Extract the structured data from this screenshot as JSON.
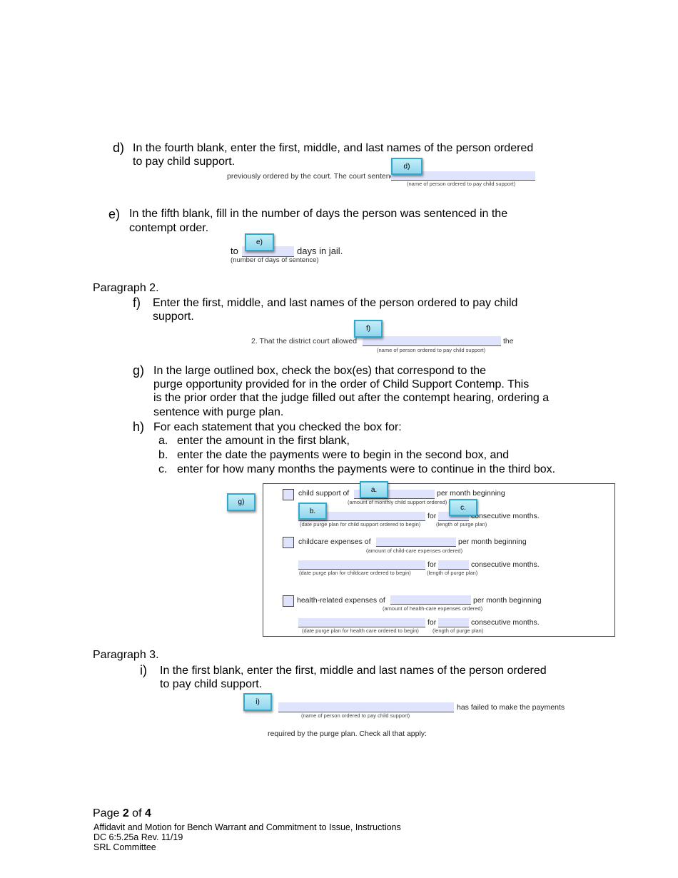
{
  "step_d": {
    "marker": "d)",
    "line1": "In the fourth blank, enter the first, middle, and last names of the person ordered",
    "line2": "to pay child support.",
    "form_text": "previously ordered by the court.  The court sentenced",
    "caption": "(name of person ordered to pay child support)",
    "tag": "d)"
  },
  "step_e": {
    "marker": "e)",
    "line1": "In the fifth blank, fill in the number of days the person was sentenced in the",
    "line2": "contempt order.",
    "form_prefix": "to",
    "form_suffix": "days in jail.",
    "caption": "(number of days of sentence)",
    "tag": "e)"
  },
  "paragraph2": {
    "heading": "Paragraph 2."
  },
  "step_f": {
    "marker": "f)",
    "line1": "Enter the first, middle, and last names of the person ordered to pay child",
    "line2": "support.",
    "form_prefix": "2.  That the district court allowed",
    "form_suffix": "the",
    "caption": "(name of person ordered to pay child support)",
    "tag": "f)"
  },
  "step_g": {
    "marker": "g)",
    "lines": [
      "In the large outlined box, check the box(es) that correspond to the",
      "purge opportunity provided for in the order of Child Support Contemp. This",
      "is the prior order that the judge filled out after the contempt hearing, ordering a",
      "sentence with purge plan."
    ],
    "tag": "g)"
  },
  "step_h": {
    "marker": "h)",
    "line1": "For each statement that you checked the box for:",
    "items": [
      {
        "marker": "a.",
        "text": "enter the amount in the first blank,"
      },
      {
        "marker": "b.",
        "text": "enter the date the payments were to begin in the second box, and"
      },
      {
        "marker": "c.",
        "text": "enter for how many months the payments were to continue in the third box."
      }
    ]
  },
  "purge_form": {
    "rows": [
      {
        "label": "child support of",
        "per_month": "per month beginning",
        "amount_caption": "(amount of monthly child support ordered)",
        "for": "for",
        "months": "consecutive months.",
        "date_caption": "(date purge plan for child support ordered to begin)",
        "length_caption": "(length of purge plan)"
      },
      {
        "label": "childcare expenses of",
        "per_month": "per month beginning",
        "amount_caption": "(amount of child-care expenses ordered)",
        "for": "for",
        "months": "consecutive months.",
        "date_caption": "(date purge plan for childcare ordered to begin)",
        "length_caption": "(length of purge plan)"
      },
      {
        "label": "health-related expenses of",
        "per_month": "per month beginning",
        "amount_caption": "(amount of health-care expenses ordered)",
        "for": "for",
        "months": "consecutive months.",
        "date_caption": "(date purge plan for health care ordered to begin)",
        "length_caption": "(length of purge plan)"
      }
    ],
    "tags": {
      "a": "a.",
      "b": "b.",
      "c": "c."
    }
  },
  "paragraph3": {
    "heading": "Paragraph 3."
  },
  "step_i": {
    "marker": "i)",
    "line1": "In the first blank, enter the first, middle and last names of the person ordered",
    "line2": "to pay child support.",
    "form_suffix": "has failed to make the payments",
    "caption": "(name of person ordered to pay child support)",
    "form_line2": "required by the purge plan.  Check all that apply:",
    "tag": "i)"
  },
  "footer": {
    "page_prefix": "Page ",
    "page_num": "2",
    "page_of": " of ",
    "page_total": "4",
    "title": "Affidavit and Motion for Bench Warrant and Commitment to Issue, Instructions",
    "form_code": "DC 6:5.25a Rev. 11/19",
    "committee": "SRL Committee"
  }
}
